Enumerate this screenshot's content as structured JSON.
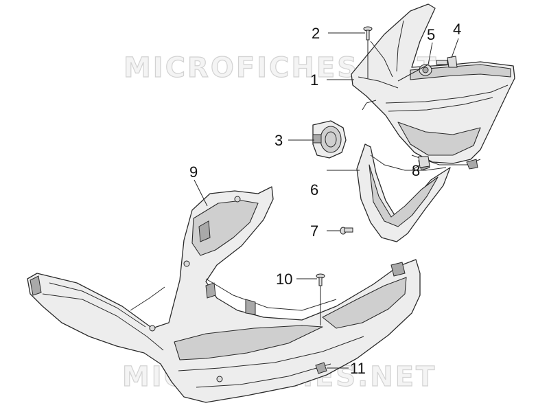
{
  "watermarks": [
    "MICROFICHES.NET",
    "MICROFICHES.NET"
  ],
  "callouts": [
    "1",
    "2",
    "3",
    "4",
    "5",
    "6",
    "7",
    "8",
    "9",
    "10",
    "11"
  ],
  "colors": {
    "line": "#2a2a2a",
    "fill": "#ededed",
    "shade": "#cfcfcf",
    "watermark": "#d2d2d2"
  }
}
